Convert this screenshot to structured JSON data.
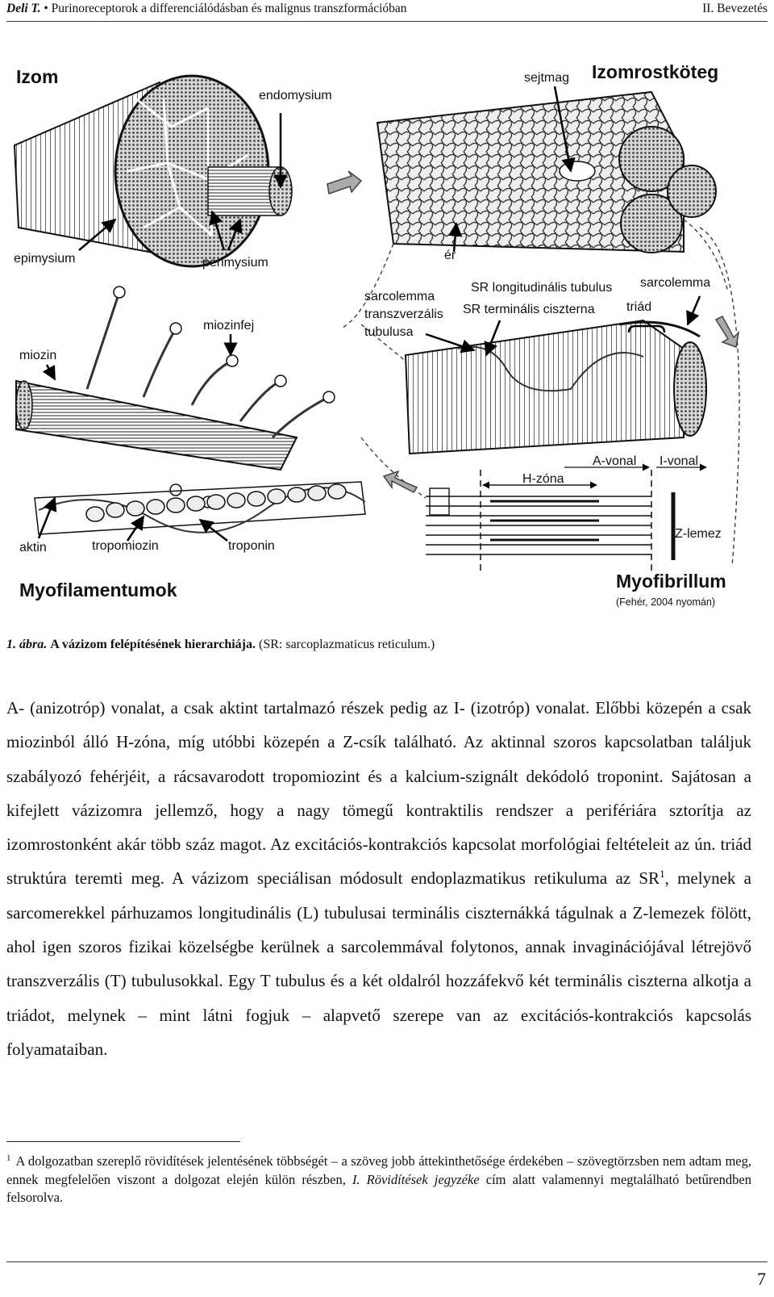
{
  "running_header": {
    "author": "Deli T.",
    "bullet": " • ",
    "title": "Purinoreceptorok a differenciálódásban és malignus transzformációban",
    "section": "II. Bevezetés"
  },
  "figure": {
    "labels": {
      "izom": "Izom",
      "izomrostkoteg": "Izomrostköteg",
      "endomysium": "endomysium",
      "sejtmag": "sejtmag",
      "epimysium": "epimysium",
      "perimysium": "perimysium",
      "er": "ér",
      "sarcolemma_top": "sarcolemma",
      "sr_longitudinalis": "SR longitudinális tubulus",
      "sarcolemma_mid": "sarcolemma",
      "transzverzalis": "transzverzális",
      "tubulusa": "tubulusa",
      "sr_terminalis": "SR terminális ciszterna",
      "triad": "triád",
      "miozinfej": "miozinfej",
      "miozin": "miozin",
      "a_vonal": "A-vonal",
      "i_vonal": "I-vonal",
      "h_zona": "H-zóna",
      "z_lemez": "Z-lemez",
      "aktin": "aktin",
      "tropomiozin": "tropomiozin",
      "troponin": "troponin",
      "myofilamentumok": "Myofilamentumok",
      "myofibrillum": "Myofibrillum",
      "credit": "(Fehér, 2004 nyomán)"
    }
  },
  "caption": {
    "number": "1. ábra.",
    "title": "A vázizom felépítésének hierarchiája.",
    "note": "(SR: sarcoplazmaticus reticulum.)"
  },
  "body": {
    "part1": "A- (anizotróp) vonalat, a csak aktint tartalmazó részek pedig az I- (izotróp) vonalat. Előbbi közepén a csak miozinból álló H-zóna, míg utóbbi közepén a Z-csík található. Az aktinnal szoros kapcsolatban találjuk szabályozó fehérjéit, a rácsavarodott tropomiozint és a kalcium-szignált dekódoló troponint. Sajátosan a kifejlett vázizomra jellemző, hogy a nagy tömegű kontraktilis rendszer a perifériára sztorítja az izomrostonként akár több száz magot. Az excitációs-kontrakciós kapcsolat morfológiai feltételeit az ún. triád struktúra teremti meg. A vázizom speciálisan módosult endoplazmatikus retikuluma az SR",
    "footnote_ref": "1",
    "part2": ", melynek a sarcomerekkel párhuzamos longitudinális (L) tubulusai terminális ciszternákká tágulnak a Z-lemezek fölött, ahol igen szoros fizikai közelségbe kerülnek a sarcolemmával folytonos, annak invaginációjával létrejövő transzverzális (T) tubulusokkal. Egy T tubulus és a két oldalról hozzáfekvő két terminális ciszterna alkotja a triádot, melynek – mint látni fogjuk – alapvető szerepe van az excitációs-kontrakciós kapcsolás folyamataiban."
  },
  "footnote": {
    "marker": "1",
    "text_a": "A dolgozatban szereplő rövidítések jelentésének többségét – a szöveg jobb áttekinthetősége érdekében – szövegtörzsben nem adtam meg, ennek megfelelően viszont a dolgozat elején külön részben, ",
    "italic": "I. Rövidítések jegyzéke",
    "text_b": " cím alatt valamennyi megtalálható betűrendben felsorolva."
  },
  "page_number": "7"
}
